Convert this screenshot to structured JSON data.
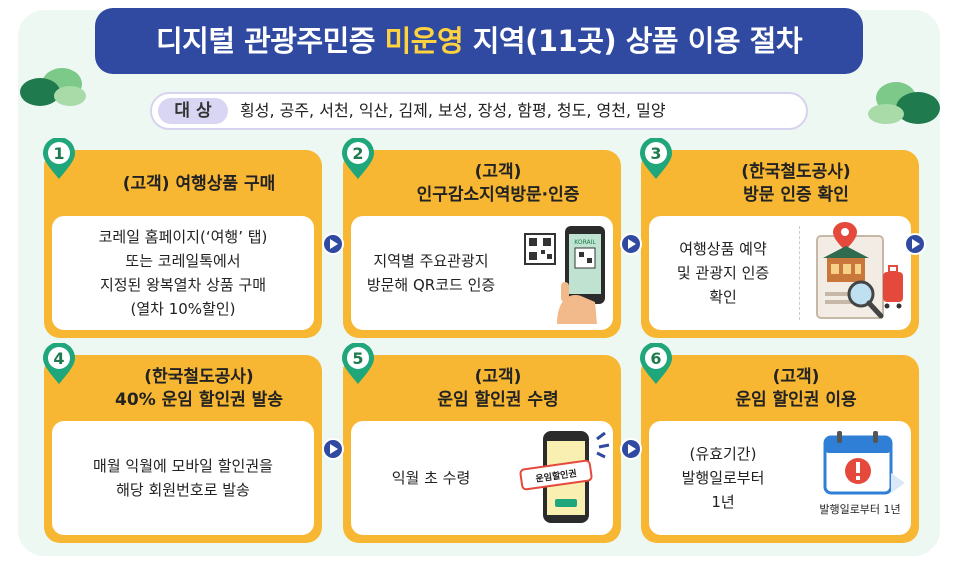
{
  "title": {
    "prefix": "디지털 관광주민증 ",
    "highlight": "미운영",
    "suffix": " 지역(11곳) 상품 이용 절차"
  },
  "target": {
    "label": "대 상",
    "value": "횡성, 공주, 서천, 익산, 김제, 보성, 장성, 함평, 청도, 영천, 밀양"
  },
  "steps": [
    {
      "num": "1",
      "head": [
        "(고객) 여행상품 구매"
      ],
      "body": [
        "코레일 홈페이지(‘여행’ 탭)",
        "또는 코레일톡에서",
        "지정된 왕복열차 상품 구매",
        "(열차 10%할인)"
      ]
    },
    {
      "num": "2",
      "head": [
        "(고객)",
        "인구감소지역방문·인증"
      ],
      "body": [
        "지역별 주요관광지",
        "방문해 QR코드 인증"
      ]
    },
    {
      "num": "3",
      "head": [
        "(한국철도공사)",
        "방문 인증 확인"
      ],
      "body": [
        "여행상품 예약",
        "및 관광지 인증",
        "확인"
      ]
    },
    {
      "num": "4",
      "head": [
        "(한국철도공사)",
        "40% 운임 할인권 발송"
      ],
      "body": [
        "매월 익월에 모바일 할인권을",
        "해당 회원번호로 발송"
      ]
    },
    {
      "num": "5",
      "head": [
        "(고객)",
        "운임 할인권 수령"
      ],
      "body": [
        "익월 초 수령"
      ]
    },
    {
      "num": "6",
      "head": [
        "(고객)",
        "운임 할인권 이용"
      ],
      "body": [
        "(유효기간)",
        "발행일로부터",
        "1년"
      ]
    }
  ],
  "labels": {
    "coupon": "운임할인권",
    "calendar_caption": "발행일로부터 1년",
    "phone_brand": "KORAIL"
  },
  "colors": {
    "title_bg": "#2f4aa0",
    "highlight": "#ffd23f",
    "card": "#f7b733",
    "pin": "#1fa67a",
    "arrow": "#2f4aa0"
  }
}
